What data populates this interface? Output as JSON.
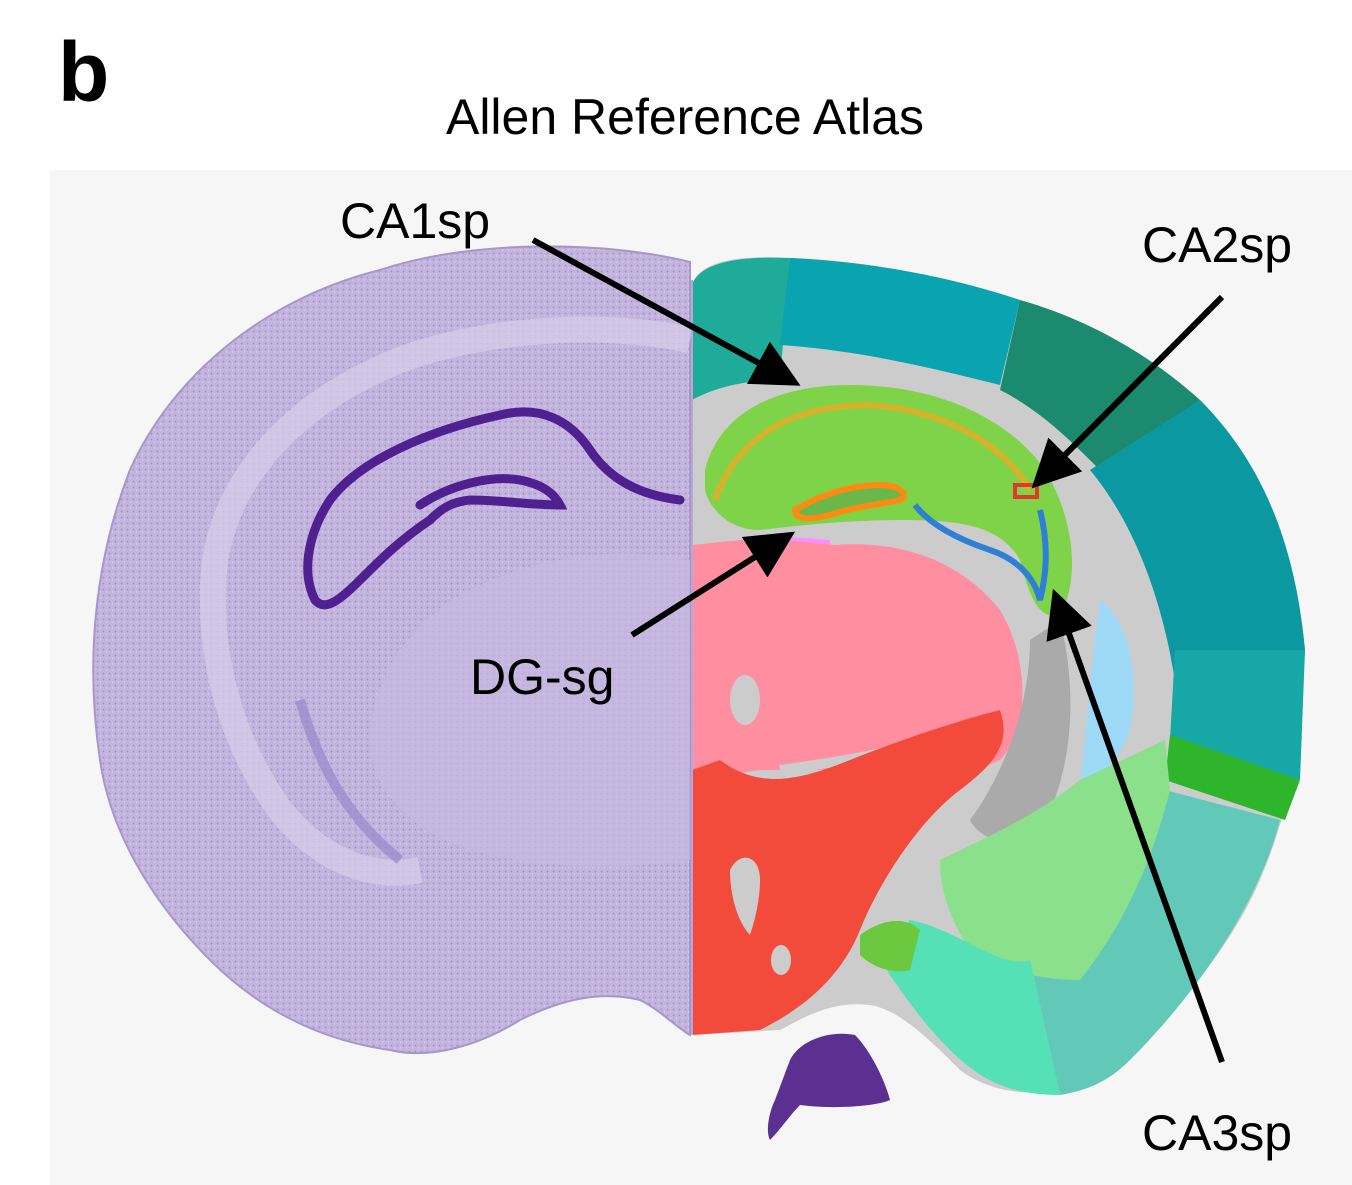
{
  "figure": {
    "panel_label": "b",
    "title": "Allen Reference Atlas",
    "left_hemisphere": "Nissl-stained coronal section",
    "right_hemisphere": "Color-coded atlas annotation"
  },
  "annotations": [
    {
      "id": "ca1",
      "label": "CA1sp"
    },
    {
      "id": "ca2",
      "label": "CA2sp"
    },
    {
      "id": "dg",
      "label": "DG-sg"
    },
    {
      "id": "ca3",
      "label": "CA3sp"
    }
  ],
  "colors": {
    "background": "#f6f6f6",
    "nissl": "#b9a8d6",
    "nissl_dark": "#5a2f96",
    "isocortex_teal": "#0aa3b0",
    "isocortex_dark": "#1b8a6e",
    "isocortex_green": "#1eab9a",
    "hippocampus": "#7ed348",
    "ca1": "#d8b12a",
    "dg": "#ff8a12",
    "ca3": "#2f7fd6",
    "ca2": "#e03a2a",
    "thalamus": "#ff8fa0",
    "hypothalamus": "#f24b3c",
    "fiber_tracts": "#cccccc",
    "ventricle": "#9ed9f7",
    "cortical_subplate": "#8be08b",
    "olfactory": "#55e0b5",
    "dg_magenta": "#ff8cff",
    "arrow": "#000000"
  }
}
